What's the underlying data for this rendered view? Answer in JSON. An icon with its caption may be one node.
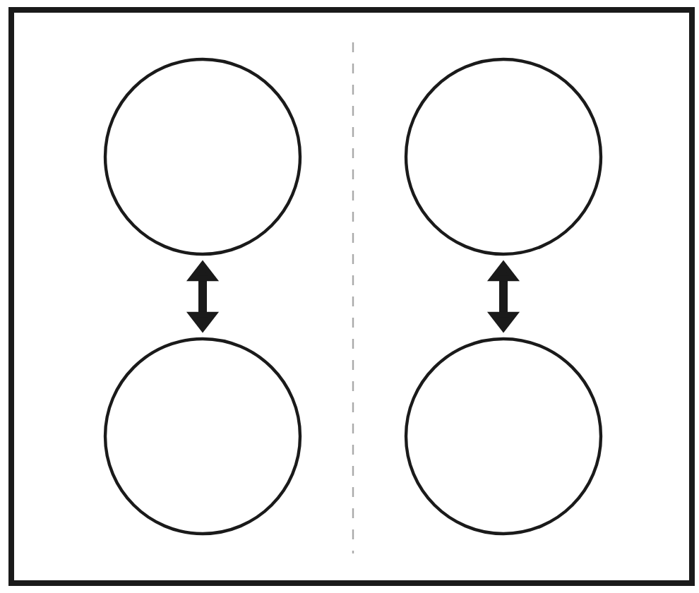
{
  "diagram": {
    "nodes": [
      {
        "text": [],
        "shape": "circle"
      },
      {
        "text": [],
        "shape": "circle"
      },
      {
        "text": [],
        "shape": "circle"
      },
      {
        "text": [],
        "shape": "circle"
      }
    ],
    "edges": [
      {
        "from": 0,
        "to": 2,
        "arrow": "both"
      },
      {
        "from": 1,
        "to": 3,
        "arrow": "both"
      }
    ]
  }
}
